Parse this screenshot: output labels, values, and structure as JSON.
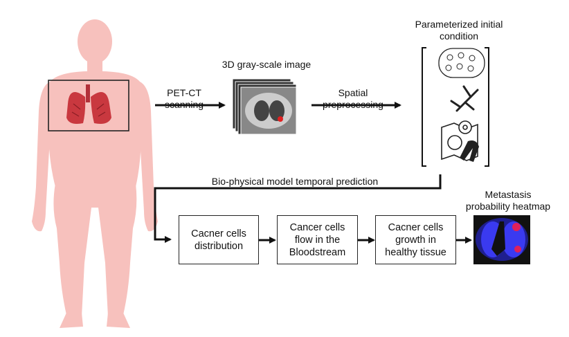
{
  "labels": {
    "pet_ct": "PET-CT\nscanning",
    "gray_image": "3D gray-scale image",
    "spatial": "Spatial\npreprocessing",
    "param_condition": "Parameterized initial\ncondition",
    "bio_model": "Bio-physical model temporal prediction",
    "heatmap_title": "Metastasis\nprobability heatmap"
  },
  "steps": [
    "Cacner cells\ndistribution",
    "Cancer cells\nflow in the\nBloodstream",
    "Cacner cells\ngrowth in\nhealthy tissue"
  ],
  "colors": {
    "body": "#f7c1bd",
    "lung": "#c9383f",
    "arrow": "#111111",
    "heatmap_bg": "#1f1f8f",
    "heatmap_lung": "#3a3af0",
    "hot_spot": "#e0205a"
  },
  "icons": [
    "human-body-icon",
    "lungs-icon",
    "ct-stack-icon",
    "cells-icon",
    "vessel-tree-icon",
    "location-map-icon",
    "cancer-ribbon-icon",
    "heatmap-image"
  ]
}
